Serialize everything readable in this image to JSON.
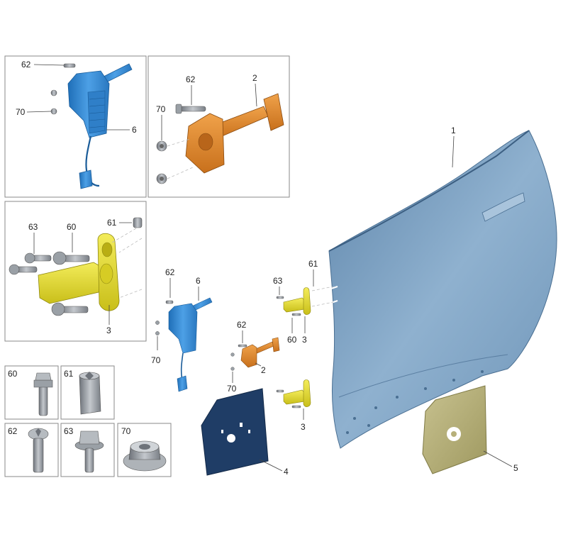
{
  "diagram": {
    "callouts": {
      "panel_check_link_unit": {
        "screw": "62",
        "nut": "70",
        "part": "6"
      },
      "panel_door_check": {
        "screw": "62",
        "nut": "70",
        "part": "2"
      },
      "panel_hinge": {
        "bolt": "63",
        "bolt_b": "60",
        "pin": "61",
        "part": "3"
      },
      "main_view": {
        "door": "1",
        "check_link_screw": "62",
        "check_link_unit": "6",
        "check_link_nut": "70",
        "door_check_screw": "62",
        "door_check": "2",
        "door_check_nut": "70",
        "hinge_bolt": "63",
        "hinge_pin": "61",
        "hinge_bolt_b": "60",
        "upper_hinge": "3",
        "lower_hinge": "3",
        "seal_sheet_left": "4",
        "seal_sheet_right": "5"
      },
      "fastener_boxes": [
        "60",
        "61",
        "62",
        "63",
        "70"
      ]
    },
    "colors": {
      "door_panel": "#7fa4c4",
      "check_link_unit": "#3c8ed4",
      "door_check": "#e08a2e",
      "hinge": "#e6dd2c",
      "seal_sheet_left": "#1f3d66",
      "seal_sheet_right": "#b7b07a",
      "fastener": "#9aa0a6"
    }
  }
}
